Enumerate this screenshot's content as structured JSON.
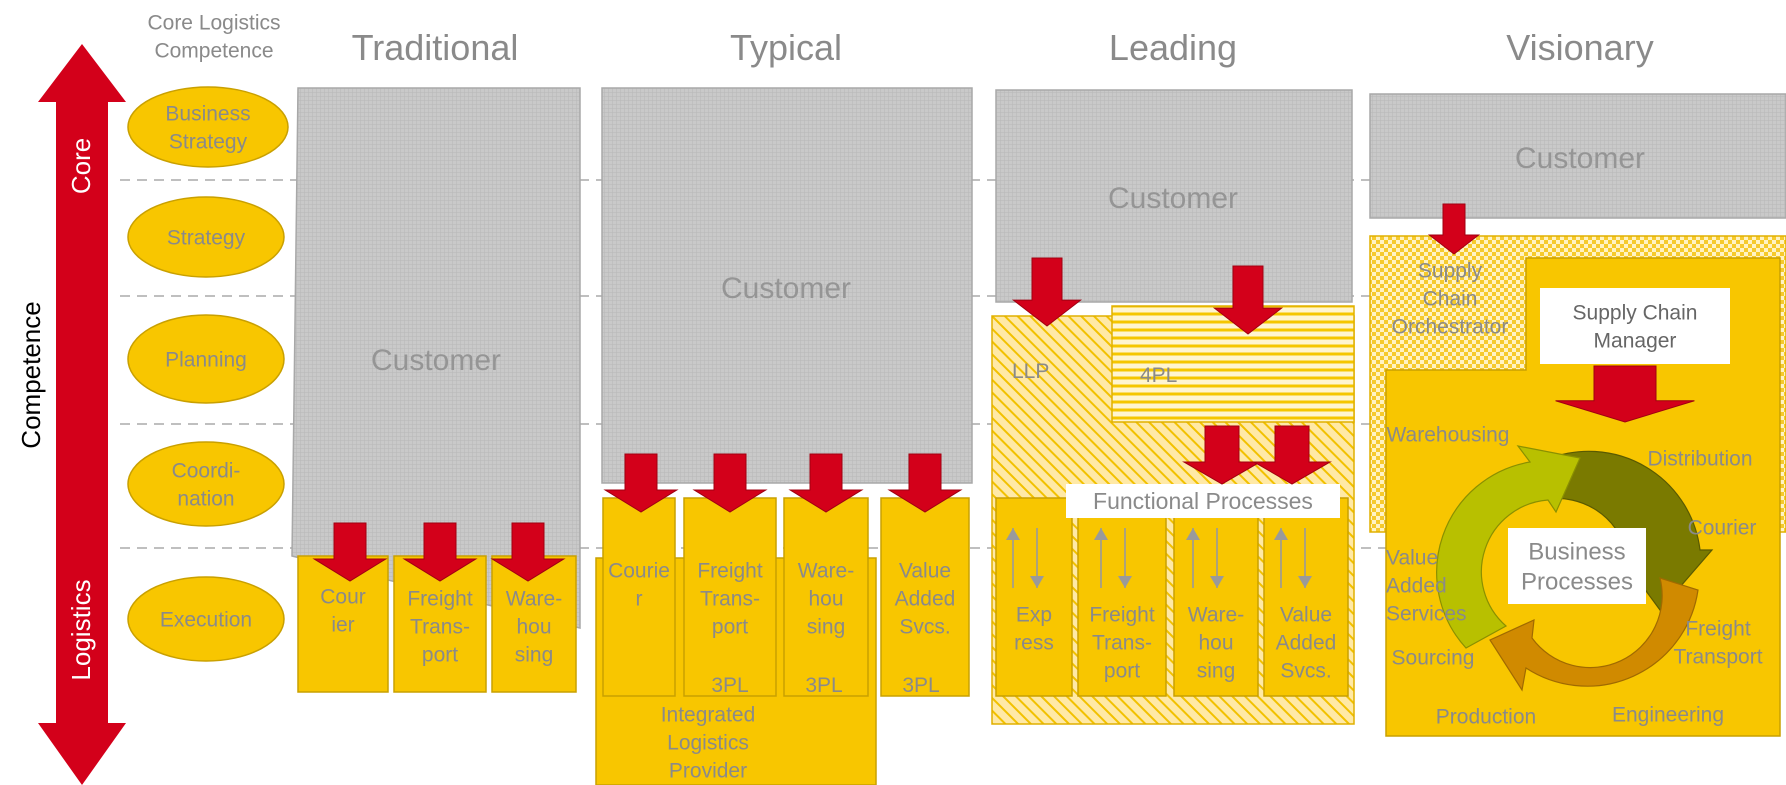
{
  "axis": {
    "label": "Competence",
    "top": "Core",
    "bottom": "Logistics"
  },
  "legend_header": "Core Logistics\nCompetence",
  "levels": [
    "Business\nStrategy",
    "Strategy",
    "Planning",
    "Coordi-\nnation",
    "Execution"
  ],
  "columns": [
    "Traditional",
    "Typical",
    "Leading",
    "Visionary"
  ],
  "customer_label": "Customer",
  "traditional": {
    "boxes": [
      "Cour\nier",
      "Freight\nTrans-\nport",
      "Ware-\nhou\nsing"
    ]
  },
  "typical": {
    "boxes": [
      "Courie\nr",
      "Freight\nTrans-\nport",
      "Ware-\nhou\nsing",
      "Value\nAdded\nSvcs."
    ],
    "box_tag": "3PL",
    "provider": "Integrated\nLogistics\nProvider"
  },
  "leading": {
    "llp": "LLP",
    "fourpl": "4PL",
    "functional": "Functional Processes",
    "boxes": [
      "Exp\nress",
      "Freight\nTrans-\nport",
      "Ware-\nhou\nsing",
      "Value\nAdded\nSvcs."
    ]
  },
  "visionary": {
    "orchestrator": "Supply\nChain\nOrchestrator",
    "manager": "Supply Chain\nManager",
    "center": "Business\nProcesses",
    "labels": [
      "Warehousing",
      "Distribution",
      "Courier",
      "Value\nAdded\nServices",
      "Freight\nTransport",
      "Sourcing",
      "Production",
      "Engineering"
    ]
  },
  "colors": {
    "accent_red": "#D3001A",
    "gold": "#F8C600",
    "gold_light": "#FFE8A0",
    "grey": "#C4C4C4",
    "label_grey": "#8A8A8A",
    "cycle_olive": "#7A7A00",
    "cycle_lime": "#B8C000",
    "cycle_orange": "#D08A00"
  }
}
